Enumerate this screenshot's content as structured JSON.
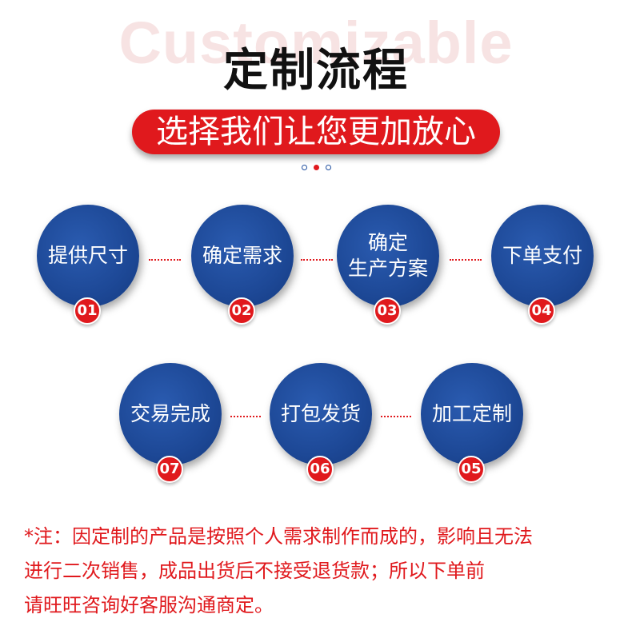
{
  "header": {
    "watermark": "Customizable",
    "title": "定制流程",
    "subtitle": "选择我们让您更加放心"
  },
  "steps": [
    {
      "label": "提供尺寸",
      "number": "01"
    },
    {
      "label": "确定需求",
      "number": "02"
    },
    {
      "label": "确定\n生产方案",
      "number": "03"
    },
    {
      "label": "下单支付",
      "number": "04"
    },
    {
      "label": "加工定制",
      "number": "05"
    },
    {
      "label": "打包发货",
      "number": "06"
    },
    {
      "label": "交易完成",
      "number": "07"
    }
  ],
  "note": {
    "line1": "*注：因定制的产品是按照个人需求制作而成的，影响且无法",
    "line2": "进行二次销售，成品出货后不接受退货款；所以下单前",
    "line3": "请旺旺咨询好客服沟通商定。"
  },
  "colors": {
    "accent_red": "#e0191d",
    "circle_blue": "#1d4896"
  }
}
